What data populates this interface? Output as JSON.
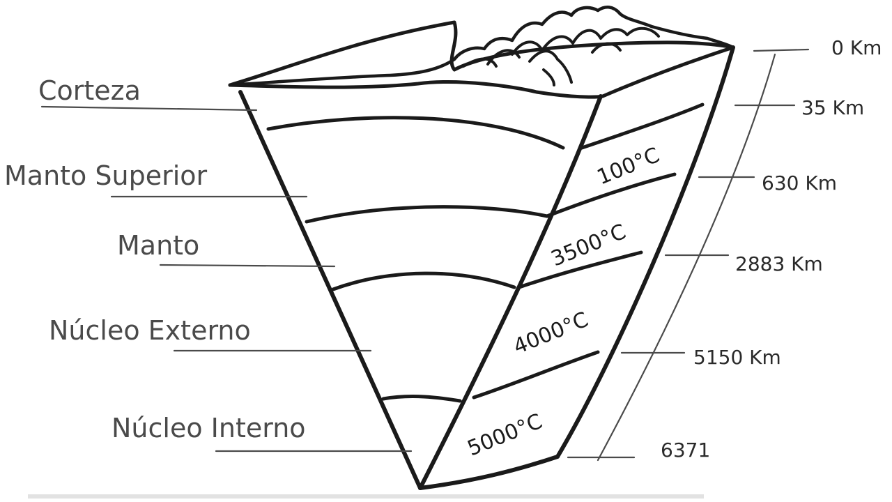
{
  "layers": [
    {
      "name": "Corteza"
    },
    {
      "name": "Manto Superior"
    },
    {
      "name": "Manto"
    },
    {
      "name": "Núcleo Externo"
    },
    {
      "name": "Núcleo Interno"
    }
  ],
  "temperatures": [
    "100°C",
    "3500°C",
    "4000°C",
    "5000°C"
  ],
  "depths": [
    "0 Km",
    "35 Km",
    "630 Km",
    "2883 Km",
    "5150 Km",
    "6371"
  ],
  "colors": {
    "ink": "#1a1a1a",
    "label": "#4a4a4a",
    "background": "#ffffff"
  }
}
